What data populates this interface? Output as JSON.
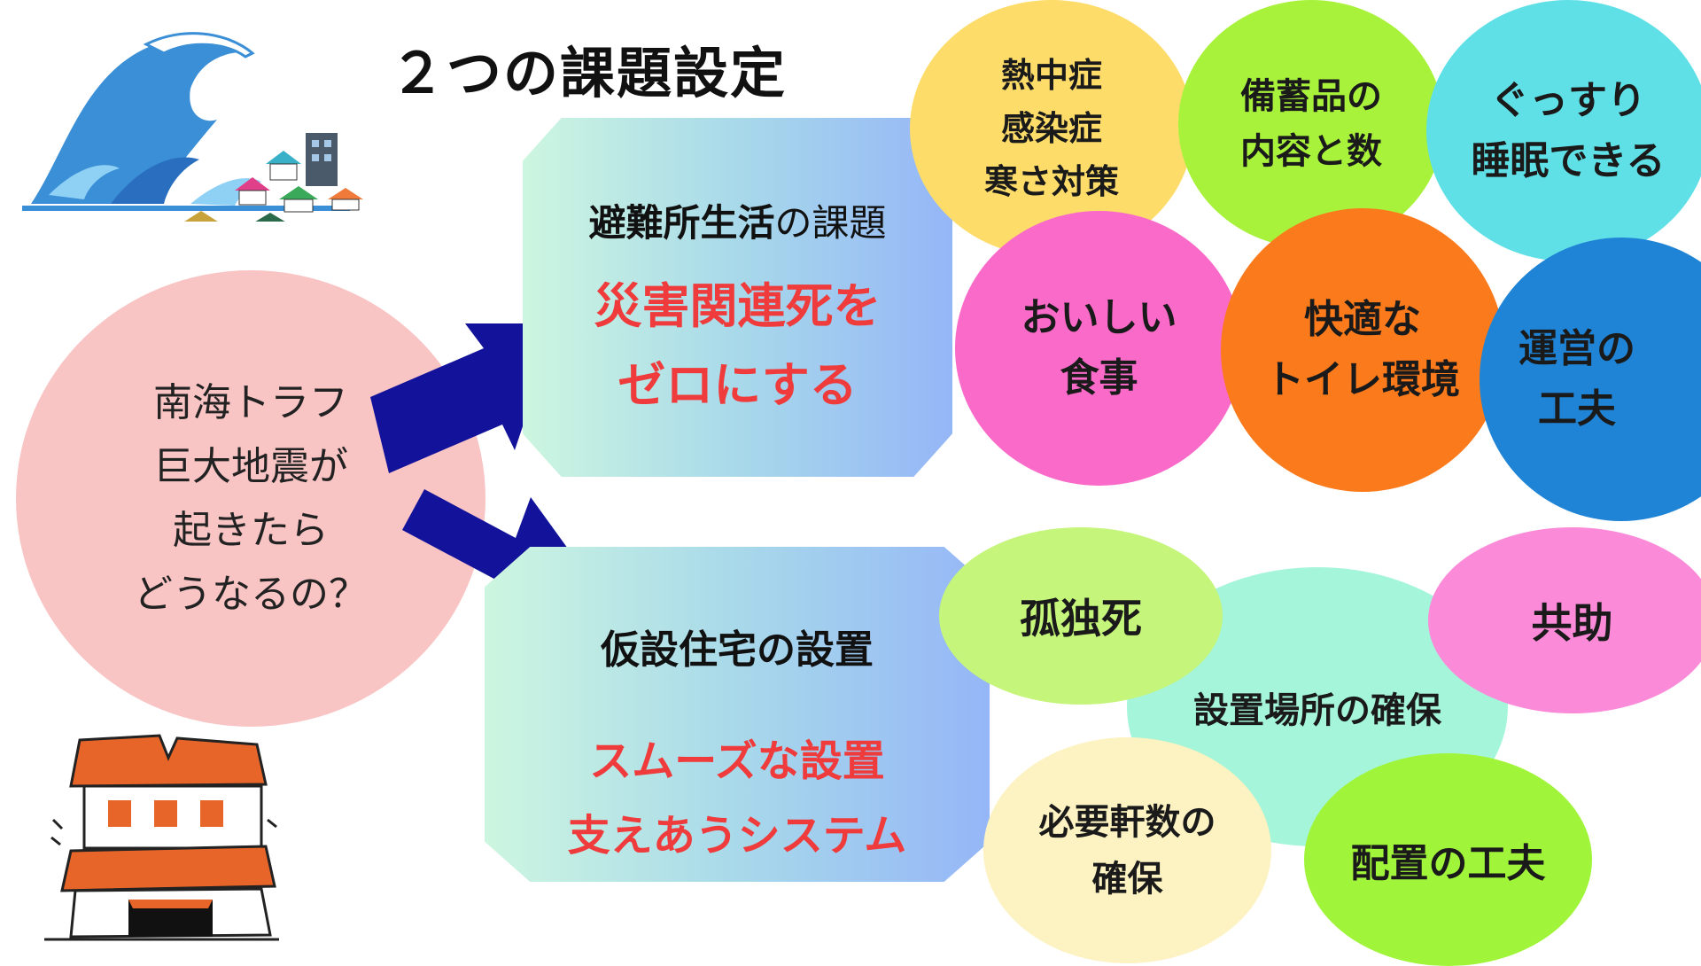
{
  "title": "２つの課題設定",
  "question": {
    "lines": [
      "南海トラフ",
      "巨大地震が",
      "起きたら",
      "どうなるの？"
    ]
  },
  "topics": [
    {
      "heading_main": "避難所生活",
      "heading_suffix": "の課題",
      "goal_lines": [
        "災害関連死を",
        "ゼロにする"
      ],
      "issues": [
        {
          "lines": [
            "熱中症",
            "感染症",
            "寒さ対策"
          ],
          "color": "#fddc6a"
        },
        {
          "lines": [
            "備蓄品の",
            "内容と数"
          ],
          "color": "#a8f23c"
        },
        {
          "lines": [
            "ぐっすり",
            "睡眠できる"
          ],
          "color": "#5fe0e6"
        },
        {
          "lines": [
            "おいしい",
            "食事"
          ],
          "color": "#fa6ac9"
        },
        {
          "lines": [
            "快適な",
            "トイレ環境"
          ],
          "color": "#fb7a1c"
        },
        {
          "lines": [
            "運営の",
            "工夫"
          ],
          "color": "#1f84d6"
        }
      ]
    },
    {
      "heading": "仮設住宅の設置",
      "goal_lines": [
        "スムーズな設置",
        "支えあうシステム"
      ],
      "issues": [
        {
          "lines": [
            "設置場所の確保"
          ],
          "color": "#a4f5d9"
        },
        {
          "lines": [
            "孤独死"
          ],
          "color": "#c5f57a"
        },
        {
          "lines": [
            "共助"
          ],
          "color": "#fb8bd8"
        },
        {
          "lines": [
            "必要軒数の",
            "確保"
          ],
          "color": "#fdf2c1"
        },
        {
          "lines": [
            "配置の工夫"
          ],
          "color": "#a0f53a"
        }
      ]
    }
  ],
  "colors": {
    "arrow": "#12129a",
    "goal_text": "#ef3b3b",
    "question_circle": "#f9c4c4"
  },
  "illustrations": [
    "tsunami-wave-illustration",
    "collapsed-house-illustration"
  ]
}
